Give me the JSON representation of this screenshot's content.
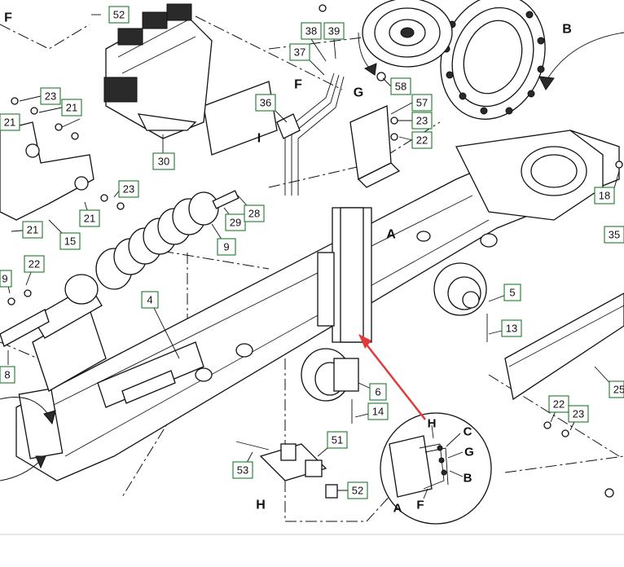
{
  "diagram": {
    "callouts": [
      "52",
      "38",
      "39",
      "37",
      "36",
      "58",
      "57",
      "23",
      "22",
      "21",
      "23",
      "21",
      "30",
      "23",
      "21",
      "29",
      "28",
      "9",
      "15",
      "21",
      "22",
      "18",
      "35",
      "4",
      "5",
      "13",
      "6",
      "14",
      "51",
      "53",
      "52",
      "25",
      "22",
      "23",
      "8",
      "9"
    ],
    "letters": [
      "F",
      "B",
      "F",
      "G",
      "I",
      "A",
      "H"
    ],
    "detail_letters": [
      "H",
      "C",
      "G",
      "B",
      "F",
      "A"
    ],
    "colors": {
      "callout_border": "#1d7a2a",
      "arrow": "#e03a3a",
      "line": "#111111"
    }
  }
}
